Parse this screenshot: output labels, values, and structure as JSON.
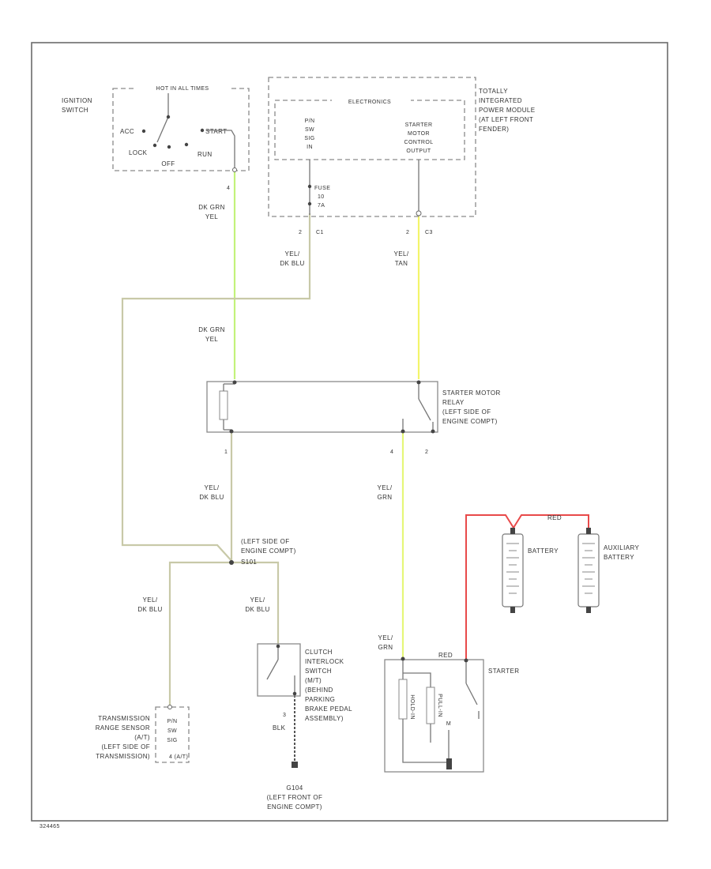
{
  "colors": {
    "dk_grn_yel": "#c3f27a",
    "yel_dk_blu": "#c8c9a8",
    "yel_tan": "#f3f56a",
    "yel_grn": "#e6f779",
    "red": "#e84a4a",
    "blk": "#555555"
  },
  "ignition": {
    "label_1": "IGNITION",
    "label_2": "SWITCH",
    "inner_title": "HOT IN ALL TIMES",
    "acc": "ACC",
    "lock": "LOCK",
    "off": "OFF",
    "start": "START",
    "run": "RUN",
    "pin": "4"
  },
  "tipm": {
    "label_1": "TOTALLY",
    "label_2": "INTEGRATED",
    "label_3": "POWER MODULE",
    "label_4": "(AT LEFT FRONT",
    "label_5": "FENDER)",
    "inner_title": "ELECTRONICS",
    "pin_label_1": "P/N",
    "pin_label_2": "SW",
    "pin_label_3": "SIG",
    "pin_label_4": "IN",
    "out_label_1": "STARTER",
    "out_label_2": "MOTOR",
    "out_label_3": "CONTROL",
    "out_label_4": "OUTPUT",
    "fuse_1": "FUSE",
    "fuse_2": "10",
    "fuse_3": "7A",
    "pin_c1": "2",
    "conn_c1": "C1",
    "pin_c3": "2",
    "conn_c3": "C3"
  },
  "wires": {
    "dk_grn_yel_a_1": "DK GRN",
    "dk_grn_yel_a_2": "YEL",
    "yel_dk_blu_a_1": "YEL/",
    "yel_dk_blu_a_2": "DK BLU",
    "yel_tan_1": "YEL/",
    "yel_tan_2": "TAN",
    "dk_grn_yel_b_1": "DK GRN",
    "dk_grn_yel_b_2": "YEL",
    "yel_dk_blu_b_1": "YEL/",
    "yel_dk_blu_b_2": "DK BLU",
    "yel_grn_a_1": "YEL/",
    "yel_grn_a_2": "GRN",
    "yel_dk_blu_c_1": "YEL/",
    "yel_dk_blu_c_2": "DK BLU",
    "yel_dk_blu_d_1": "YEL/",
    "yel_dk_blu_d_2": "DK BLU",
    "yel_grn_b_1": "YEL/",
    "yel_grn_b_2": "GRN",
    "red_top": "RED",
    "red_starter": "RED",
    "blk_pin": "3",
    "blk": "BLK"
  },
  "relay": {
    "label_1": "STARTER MOTOR",
    "label_2": "RELAY",
    "label_3": "(LEFT SIDE OF",
    "label_4": "ENGINE COMPT)",
    "pin_1": "1",
    "pin_4": "4",
    "pin_2": "2"
  },
  "splice": {
    "label_1": "(LEFT SIDE OF",
    "label_2": "ENGINE COMPT)",
    "id": "S101"
  },
  "clutch": {
    "label_1": "CLUTCH",
    "label_2": "INTERLOCK",
    "label_3": "SWITCH",
    "label_4": "(M/T)",
    "label_5": "(BEHIND",
    "label_6": "PARKING",
    "label_7": "BRAKE PEDAL",
    "label_8": "ASSEMBLY)"
  },
  "trs": {
    "label_1": "TRANSMISSION",
    "label_2": "RANGE SENSOR",
    "label_3": "(A/T)",
    "label_4": "(LEFT SIDE OF",
    "label_5": "TRANSMISSION)",
    "pin_1": "P/N",
    "pin_2": "SW",
    "pin_3": "SIG",
    "pin_4": "4 (A/T)"
  },
  "ground": {
    "label_1": "G104",
    "label_2": "(LEFT FRONT OF",
    "label_3": "ENGINE COMPT)"
  },
  "starter": {
    "label": "STARTER",
    "hold": "HOLD-IN",
    "pull": "PULL-IN"
  },
  "battery": {
    "label": "BATTERY"
  },
  "aux_battery": {
    "label_1": "AUXILIARY",
    "label_2": "BATTERY"
  },
  "footer": {
    "code": "324465"
  }
}
